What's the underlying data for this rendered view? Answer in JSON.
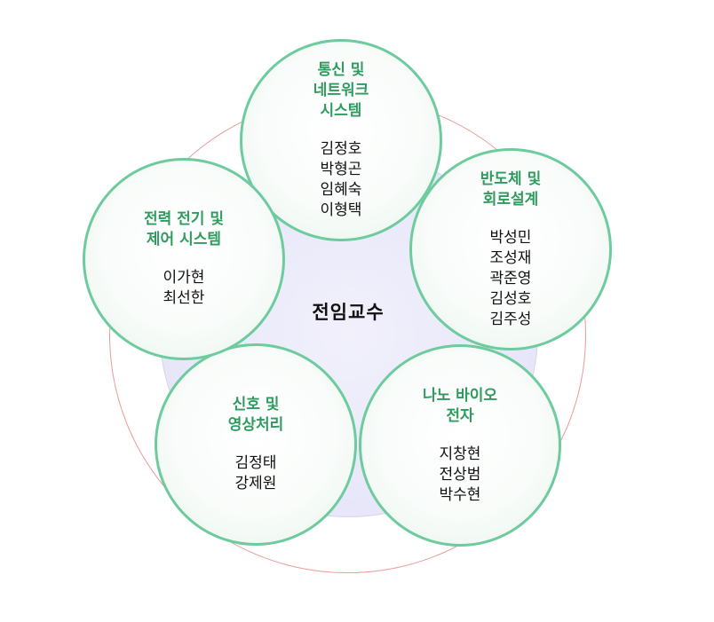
{
  "diagram": {
    "center_label": "전임교수",
    "nodes": [
      {
        "id": "network",
        "title": "통신 및\n네트워크\n시스템",
        "members": [
          "김정호",
          "박형곤",
          "임혜숙",
          "이형택"
        ]
      },
      {
        "id": "semiconductor",
        "title": "반도체 및\n회로설계",
        "members": [
          "박성민",
          "조성재",
          "곽준영",
          "김성호",
          "김주성"
        ]
      },
      {
        "id": "nanobio",
        "title": "나노 바이오\n전자",
        "members": [
          "지창현",
          "전상범",
          "박수현"
        ]
      },
      {
        "id": "signal",
        "title": "신호 및\n영상처리",
        "members": [
          "김정태",
          "강제원"
        ]
      },
      {
        "id": "power",
        "title": "전력 전기 및\n제어 시스템",
        "members": [
          "이가현",
          "최선한"
        ]
      }
    ],
    "colors": {
      "node_border": "#6ecb9e",
      "node_title": "#2f9b5f",
      "outer_ring": "#e89a9a",
      "center_fill": "#e9e8fa"
    }
  }
}
